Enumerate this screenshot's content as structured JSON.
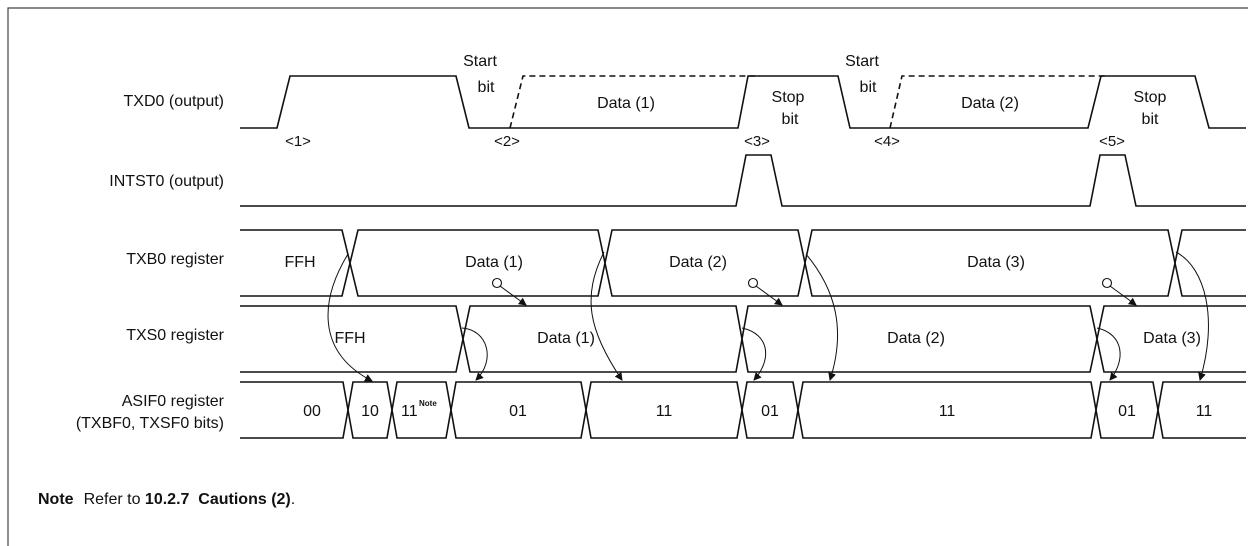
{
  "signals": {
    "txd0": "TXD0 (output)",
    "intst0": "INTST0 (output)",
    "txb0": "TXB0 register",
    "txs0": "TXS0 register",
    "asif0_line1": "ASIF0 register",
    "asif0_line2": "(TXBF0, TXSF0 bits)"
  },
  "txd0_annotations": {
    "start_word": "Start",
    "bit_word": "bit",
    "stop_word": "Stop",
    "data1": "Data (1)",
    "data2": "Data (2)"
  },
  "markers": [
    "<1>",
    "<2>",
    "<3>",
    "<4>",
    "<5>"
  ],
  "txb0_values": [
    "FFH",
    "Data (1)",
    "Data (2)",
    "Data (3)"
  ],
  "txs0_values": [
    "FFH",
    "Data (1)",
    "Data (2)",
    "Data (3)"
  ],
  "asif0_values": [
    "00",
    "10",
    "11",
    "01",
    "11",
    "01",
    "11",
    "01",
    "11"
  ],
  "asif0_note_sup": "Note",
  "note": {
    "label": "Note",
    "text_before": "Refer to ",
    "reference": "10.2.7  Cautions (2)",
    "text_after": "."
  }
}
